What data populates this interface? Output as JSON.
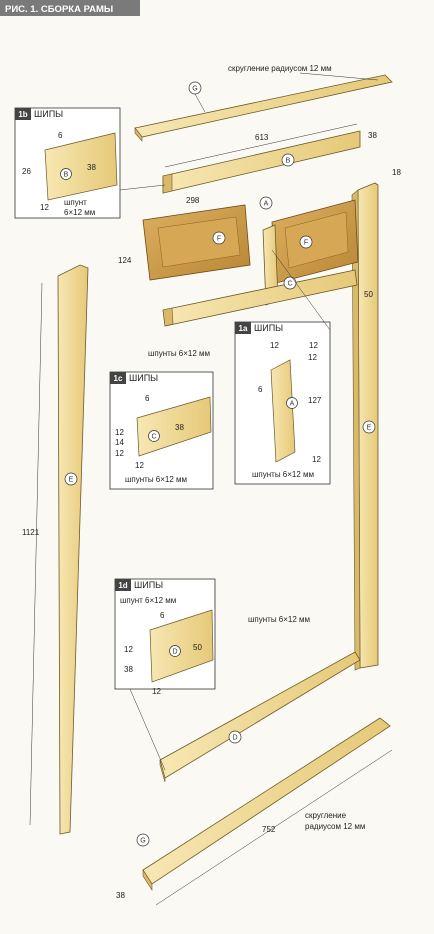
{
  "header": {
    "title": "РИС. 1. СБОРКА РАМЫ"
  },
  "callouts": {
    "rounding_top": "скругление радиусом 12 мм",
    "rounding_bottom_line1": "скругление",
    "rounding_bottom_line2": "радиусом 12 мм",
    "splines_mid": "шпунты 6×12 мм",
    "splines_right": "шпунты 6×12 мм"
  },
  "dimensions": {
    "b_length": "613",
    "b_height": "38",
    "e_thickness": "18",
    "f_width": "298",
    "f_height": "124",
    "rail_width": "50",
    "e_length": "1121",
    "g_length": "752",
    "g_end": "38"
  },
  "parts": {
    "g_top": "G",
    "b": "B",
    "a": "A",
    "f1": "F",
    "f2": "F",
    "c": "C",
    "e_left": "E",
    "e_right": "E",
    "d": "D",
    "g_bottom": "G"
  },
  "details": {
    "d1a": {
      "tag": "1a",
      "title": "ШИПЫ",
      "part": "A",
      "dims": [
        "12",
        "12",
        "12",
        "6",
        "127",
        "12"
      ],
      "note": "шпунты 6×12 мм"
    },
    "d1b": {
      "tag": "1b",
      "title": "ШИПЫ",
      "part": "B",
      "dims": [
        "6",
        "26",
        "38",
        "12"
      ],
      "note_line1": "шпунт",
      "note_line2": "6×12 мм"
    },
    "d1c": {
      "tag": "1c",
      "title": "ШИПЫ",
      "part": "C",
      "dims": [
        "6",
        "12",
        "14",
        "12",
        "38",
        "12"
      ],
      "note": "шпунты 6×12 мм"
    },
    "d1d": {
      "tag": "1d",
      "title": "ШИПЫ",
      "part": "D",
      "note": "шпунт 6×12 мм",
      "dims": [
        "6",
        "12",
        "38",
        "12",
        "50"
      ]
    }
  },
  "colors": {
    "header_bg": "#7a7a7a",
    "wood": "#f2dfa0",
    "wood_dark": "#d9b96a",
    "panel": "#c89a4a",
    "detail_tag": "#444444"
  }
}
